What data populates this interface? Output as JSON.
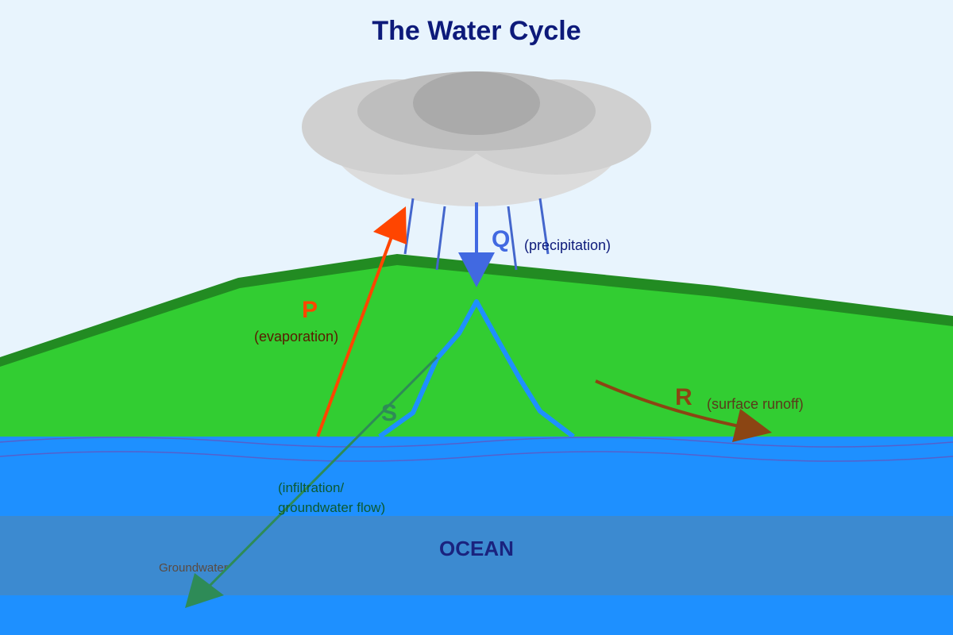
{
  "title": "The Water Cycle",
  "processes": {
    "evaporation": {
      "letter": "P",
      "label": "(evaporation)"
    },
    "precipitation": {
      "letter": "Q",
      "label": "(precipitation)"
    },
    "runoff": {
      "letter": "R",
      "label": "(surface runoff)"
    },
    "infiltration": {
      "letter": "S",
      "label_line1": "(infiltration/",
      "label_line2": "groundwater flow)"
    }
  },
  "ocean_label": "OCEAN",
  "groundwater_label": "Groundwater",
  "colors": {
    "sky": "#e8f4fd",
    "title": "#0d1a7a",
    "land": "#32cd32",
    "land_edge": "#228b22",
    "ocean": "#1e90ff",
    "groundwater_band": "#3c8ad0",
    "cloud_light": "#dcdcdc",
    "cloud_mid": "#c8c8c8",
    "cloud_dark": "#aaaaaa",
    "rain": "#4466cc",
    "evaporation": "#ff4500",
    "precipitation": "#4169e1",
    "runoff": "#8b4513",
    "infiltration": "#2e8b57",
    "river": "#1e90ff"
  }
}
